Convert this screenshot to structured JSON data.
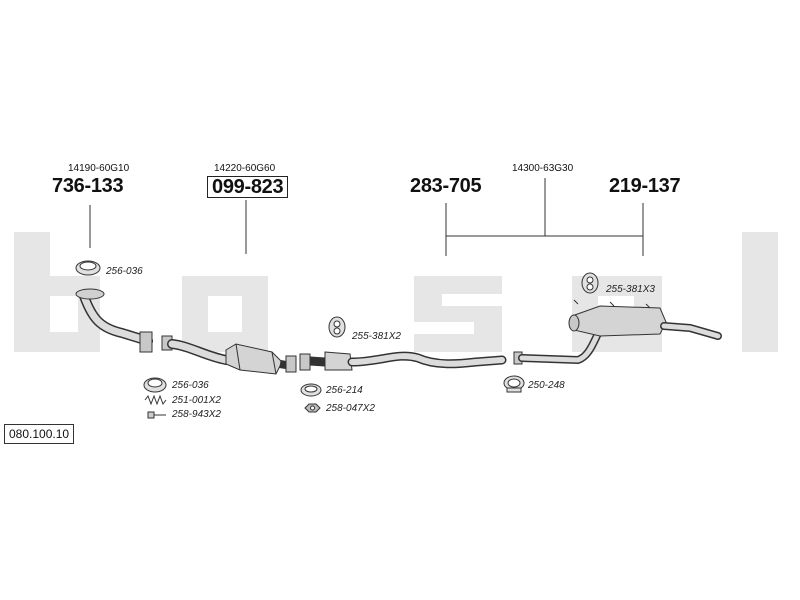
{
  "brand_watermark": "bosal",
  "diagram_number": "080.100.10",
  "colors": {
    "watermark": "#e6e6e6",
    "line": "#333333",
    "part_fill": "#d9d9d9",
    "text": "#111111"
  },
  "main_parts": [
    {
      "oem": "14190-60G10",
      "bosal": "736-133",
      "boxed": false
    },
    {
      "oem": "14220-60G60",
      "bosal": "099-823",
      "boxed": true
    },
    {
      "oem": "14300-63G30",
      "bosal": "283-705",
      "boxed": false
    },
    {
      "oem": "",
      "bosal": "219-137",
      "boxed": false
    }
  ],
  "accessories": [
    {
      "label": "256-036",
      "icon": "gasket-icon"
    },
    {
      "label": "256-036",
      "icon": "gasket-icon"
    },
    {
      "label": "251-001X2",
      "icon": "spring-icon"
    },
    {
      "label": "258-943X2",
      "icon": "bolt-icon"
    },
    {
      "label": "255-381X2",
      "icon": "rubber-hanger-icon"
    },
    {
      "label": "256-214",
      "icon": "gasket-icon"
    },
    {
      "label": "258-047X2",
      "icon": "nut-icon"
    },
    {
      "label": "250-248",
      "icon": "clamp-icon"
    },
    {
      "label": "255-381X3",
      "icon": "rubber-hanger-icon"
    }
  ]
}
